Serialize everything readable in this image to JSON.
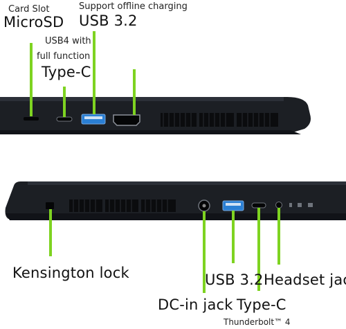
{
  "callouts": {
    "card_slot": {
      "small": "Card Slot",
      "big": "MicroSD"
    },
    "usb32_top": {
      "small": "Support offline charging",
      "big": "USB 3.2"
    },
    "typec_top": {
      "small_line1": "USB4 with",
      "small_line2": "full function",
      "big": "Type-C"
    },
    "kensington": {
      "big": "Kensington lock"
    },
    "usb32_bottom": {
      "big": "USB 3.2"
    },
    "headset": {
      "big": "Headset jack"
    },
    "dc_in": {
      "big": "DC-in jack"
    },
    "typec_bottom": {
      "big": "Type-C",
      "small": "Thunderbolt™ 4"
    }
  },
  "colors": {
    "leader": "#7ed321",
    "laptop_body": "#1e2126",
    "usb_blue": "#2a7fd4"
  }
}
